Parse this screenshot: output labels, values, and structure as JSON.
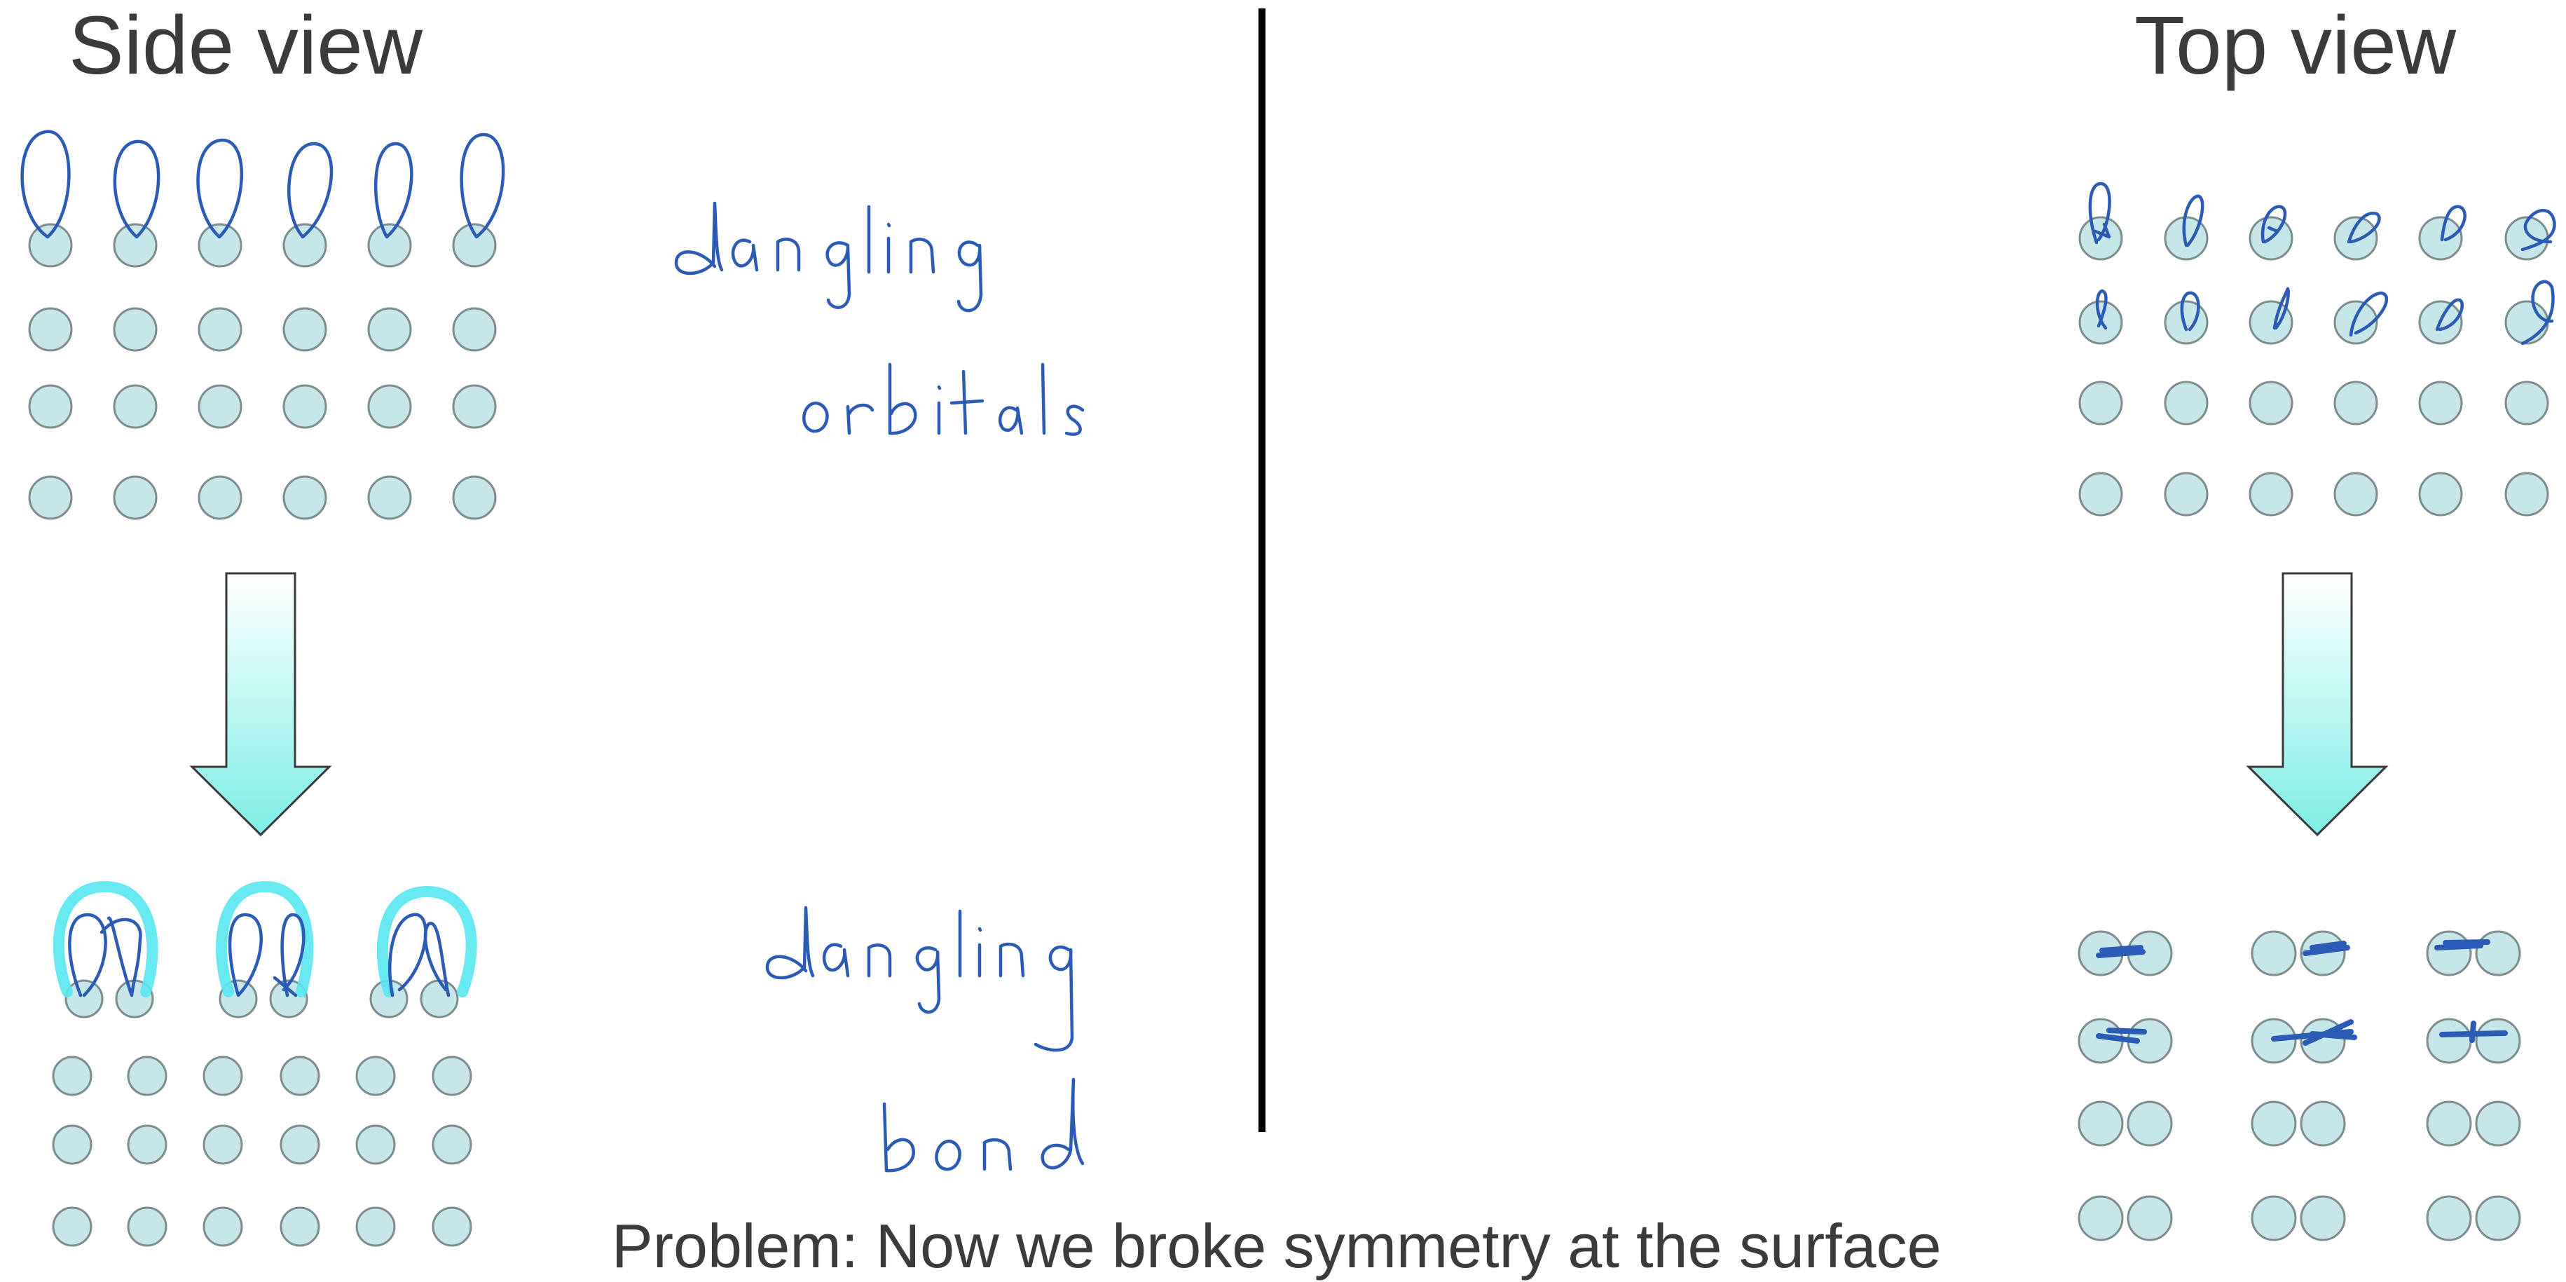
{
  "left_panel": {
    "title": "Side view",
    "arrow_icon": "down-arrow-icon",
    "bulk_rows_before": 4,
    "bulk_columns_before": 6,
    "dimer_count": 3
  },
  "right_panel": {
    "title": "Top view",
    "arrow_icon": "down-arrow-icon"
  },
  "annotations": {
    "handwritten_top": "dangling orbitals",
    "handwritten_bottom": "dangling bond"
  },
  "caption": "Problem: Now we broke symmetry at the surface",
  "colors": {
    "atom_fill": "#c6e6ea",
    "atom_stroke": "#7d8c8f",
    "ink": "#2b5bb5",
    "highlight": "#58e6ee",
    "arrow_top": "#ffffff",
    "arrow_bottom": "#7eeee6",
    "divider": "#000000"
  }
}
